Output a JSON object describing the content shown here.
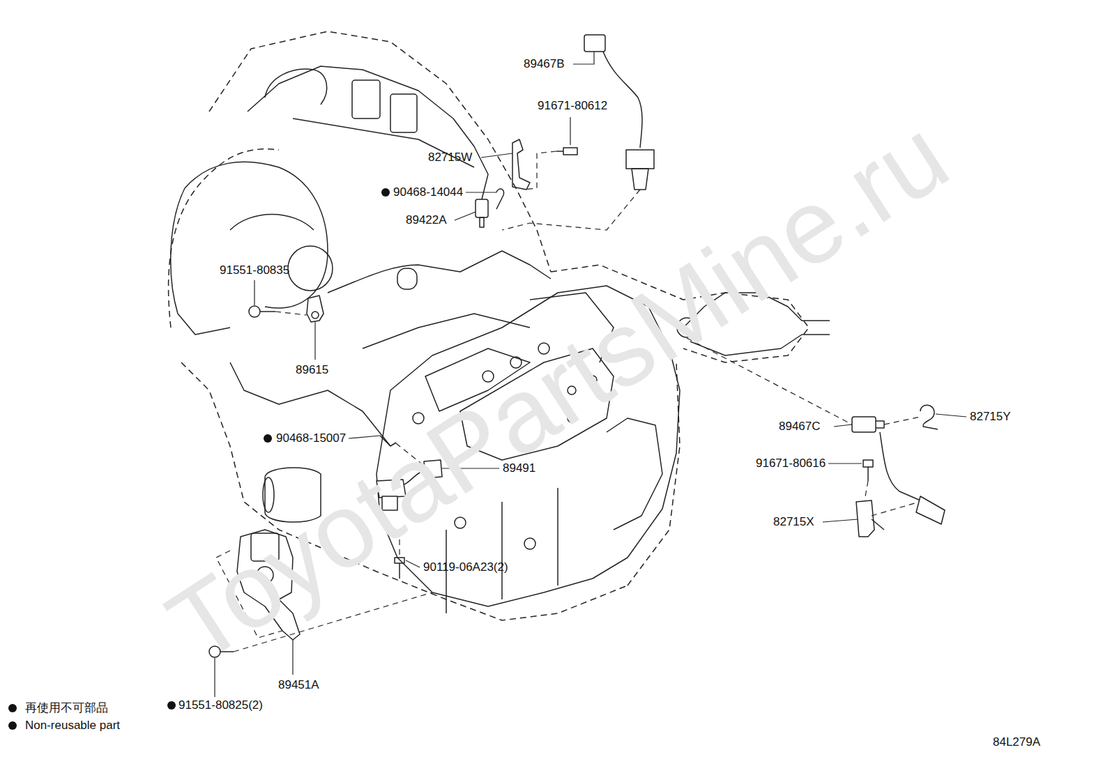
{
  "diagram": {
    "labels": [
      "89467B",
      "91671-80612",
      "82715W",
      "90468-14044",
      "89422A",
      "91551-80835",
      "89615",
      "90468-15007",
      "89491",
      "90119-06A23(2)",
      "89451A",
      "91551-80825(2)",
      "89467C",
      "82715Y",
      "91671-80616",
      "82715X",
      "84L279A",
      "ToyotaPartsMine.ru"
    ],
    "legend": [
      {
        "text": "再使用不可部品"
      },
      {
        "text": "Non-reusable part"
      }
    ]
  }
}
